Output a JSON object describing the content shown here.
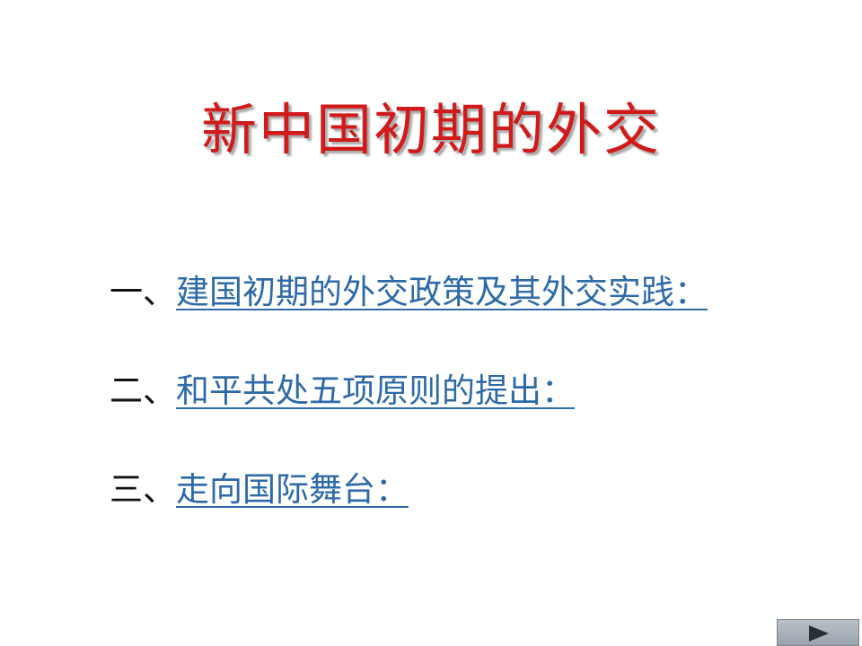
{
  "slide": {
    "title": "新中国初期的外交",
    "items": [
      {
        "number": "一、",
        "label": "建国初期的外交政策及其外交实践："
      },
      {
        "number": "二、",
        "label": "和平共处五项原则的提出："
      },
      {
        "number": "三、",
        "label": "走向国际舞台："
      }
    ]
  },
  "controls": {
    "next_icon": "play-right-icon"
  },
  "colors": {
    "title": "#d11a1a",
    "link": "#2e6aa8",
    "text": "#111111",
    "button": "#a9b1b9"
  }
}
